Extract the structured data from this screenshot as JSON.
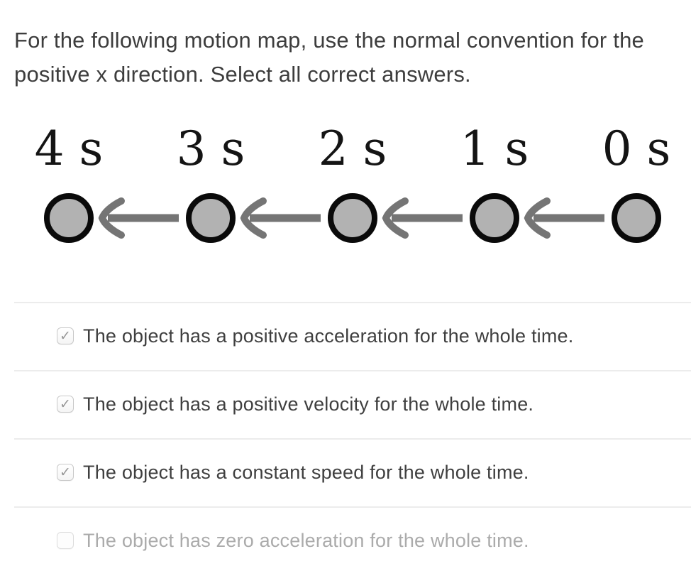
{
  "question": {
    "text": "For the following motion map, use the normal convention for the positive x direction. Select all correct answers."
  },
  "motion_map": {
    "description": "Five circles in a row with left-pointing arrows between them",
    "time_labels": [
      "4 s",
      "3 s",
      "2 s",
      "1 s",
      "0 s"
    ],
    "arrow_direction": "left",
    "colors": {
      "circle_fill": "#b2b2b2",
      "circle_stroke": "#0a0a0a",
      "arrow": "#757575"
    }
  },
  "glyphs": {
    "check": "✓"
  },
  "options": [
    {
      "label": "The object has a positive acceleration for the whole time.",
      "checked": true
    },
    {
      "label": "The object has a positive velocity for the whole time.",
      "checked": true
    },
    {
      "label": "The object has a constant speed for the whole time.",
      "checked": true
    },
    {
      "label": "The object has zero acceleration for the whole time.",
      "checked": false
    }
  ]
}
